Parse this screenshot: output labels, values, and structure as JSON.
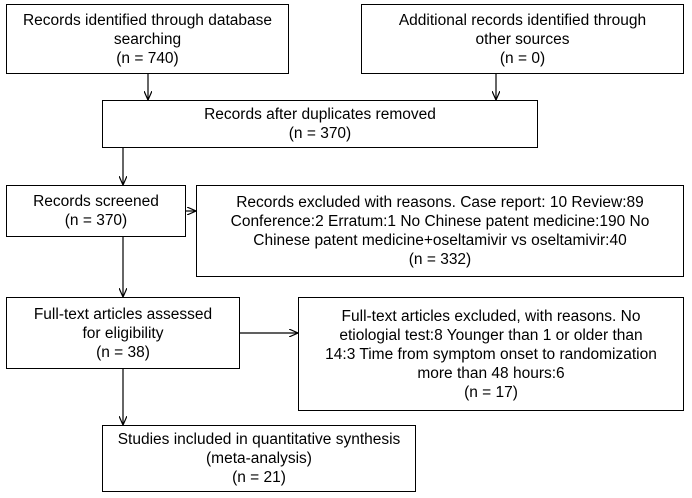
{
  "flowchart": {
    "identified_database": {
      "lines": [
        "Records identified through database",
        "searching",
        "(n = 740)"
      ]
    },
    "identified_other": {
      "lines": [
        "Additional records identified through",
        "other sources",
        "(n = 0)"
      ]
    },
    "after_duplicates": {
      "lines": [
        "Records after duplicates removed",
        "(n = 370)"
      ]
    },
    "screened": {
      "lines": [
        "Records screened",
        "(n = 370)"
      ]
    },
    "excluded_records": {
      "lines": [
        "Records excluded with reasons. Case report: 10 Review:89",
        "Conference:2 Erratum:1 No Chinese patent medicine:190 No",
        "Chinese patent medicine+oseltamivir vs oseltamivir:40",
        "(n = 332)"
      ]
    },
    "fulltext_assessed": {
      "lines": [
        "Full-text articles assessed",
        "for eligibility",
        "(n = 38)"
      ]
    },
    "fulltext_excluded": {
      "lines": [
        "Full-text articles excluded, with reasons. No",
        "etiologial test:8 Younger than 1 or older than",
        "14:3 Time from symptom onset to randomization",
        "more than 48 hours:6",
        "(n = 17)"
      ]
    },
    "included": {
      "lines": [
        "Studies included in quantitative synthesis",
        "(meta-analysis)",
        "(n = 21)"
      ]
    }
  }
}
